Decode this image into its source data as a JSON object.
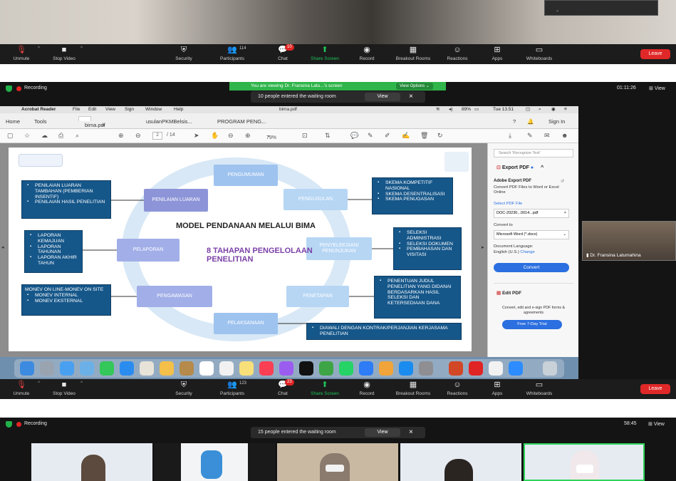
{
  "zoom_toolbar": {
    "unmute": "Unmute",
    "stop_video": "Stop Video",
    "security": "Security",
    "participants": "Participants",
    "chat": "Chat",
    "share_screen": "Share Screen",
    "record": "Record",
    "breakout_rooms": "Breakout Rooms",
    "reactions": "Reactions",
    "apps": "Apps",
    "whiteboards": "Whiteboards",
    "leave": "Leave"
  },
  "top": {
    "participants_count": "114",
    "chat_badge": "10"
  },
  "middle": {
    "recording": "Recording",
    "viewing_banner": "You are viewing Dr. Fransina Latu...'s screen",
    "view_options": "View Options",
    "waiting_text": "10 people entered the waiting room",
    "view_button": "View",
    "timer": "01:11:26",
    "view_label": "View",
    "participants_count": "123",
    "chat_badge": "23",
    "speaker_name": "Dr. Fransina Latumahina",
    "mac_menu": [
      "Acrobat Reader",
      "File",
      "Edit",
      "View",
      "Sign",
      "Window",
      "Help"
    ],
    "mac_clock": "Tue 13.51",
    "battery": "89%",
    "window_title": "bima.pdf",
    "tabs": {
      "home": "Home",
      "tools": "Tools",
      "tab1": "bima.pdf",
      "tab2": "usulanPKMBelsis...",
      "tab3": "PROGRAM PENG...",
      "sign_in": "Sign In"
    },
    "page_current": "2",
    "page_total": "/ 14",
    "zoom_level": "79%",
    "panel": {
      "search_placeholder": "Search 'Recognize Text'",
      "export_pdf": "Export PDF",
      "adobe_export": "Adobe Export PDF",
      "export_desc": "Convert PDF Files to Word or Excel Online",
      "select_pdf": "Select PDF File",
      "file_name": "DOC-20230...0014...pdf",
      "convert_to": "Convert to",
      "format": "Microsoft Word (*.docx)",
      "doc_lang": "Document Language:",
      "lang_value": "English (U.S.)",
      "change": "Change",
      "convert": "Convert",
      "edit_pdf": "Edit PDF",
      "promo": "Convert, edit and e-sign PDF forms & agreements",
      "trial": "Free 7-Day Trial"
    },
    "slide": {
      "title": "MODEL PENDANAAN MELALUI BIMA",
      "subtitle": "8 TAHAPAN PENGELOLAAN PENELITIAN",
      "stages": {
        "pengumuman": "PENGUMUMAN",
        "pengusulan": "PENGUSULAN",
        "penyeleksian": "PENYELEKSIAN/ PENUNJUKAN",
        "penetapan": "PENETAPAN",
        "pelaksanaan": "PELAKSANAAN",
        "pengawasan": "PENGAWASAN",
        "pelaporan": "PELAPORAN",
        "penilaian": "PENILAIAN LUARAN"
      },
      "boxes": {
        "skema": [
          "SKEMA KOMPETITIF NASIONAL",
          "SKEMA DESENTRALISASI",
          "SKEMA PENUGASAN"
        ],
        "seleksi": [
          "SELEKSI ADMINISTRASI",
          "SELEKSI DOKUMEN",
          "PEMBAHASAN DAN VISITASI"
        ],
        "penentuan": [
          "PENENTUAN JUDUL PENELITIAN YANG DIDANAI BERDASARKAN HASIL SELEKSI DAN KETERSEDIAAN DANA"
        ],
        "diawali": [
          "DIAWALI DENGAN KONTRAK/PERJANJIAN KERJASAMA PENELITIAN"
        ],
        "monev_head": "MONEV ON LINE-MONEV ON SITE",
        "monev": [
          "MONEV INTERNAL",
          "MONEV EKSTERNAL"
        ],
        "laporan": [
          "LAPORAN KEMAJUAN",
          "LAPORAN TAHUNAN",
          "LAPORAN AKHIR TAHUN"
        ],
        "penilaian": [
          "PENILAIAN LUARAN TAMBAHAN (PEMBERIAN INSENTIF)",
          "PENILAIAN HASIL PENELITIAN"
        ]
      }
    }
  },
  "bottom": {
    "recording": "Recording",
    "waiting_text": "15 people entered the waiting room",
    "view_button": "View",
    "timer": "58:45",
    "view_label": "View"
  },
  "colors": {
    "zoom_bg": "#1c1c1c",
    "share_green": "#1fc45a",
    "leave_red": "#e02828",
    "slide_box_blue": "#16578a",
    "stage_purple": "#a1aee8",
    "stage_light_blue": "#b6d6f4"
  }
}
